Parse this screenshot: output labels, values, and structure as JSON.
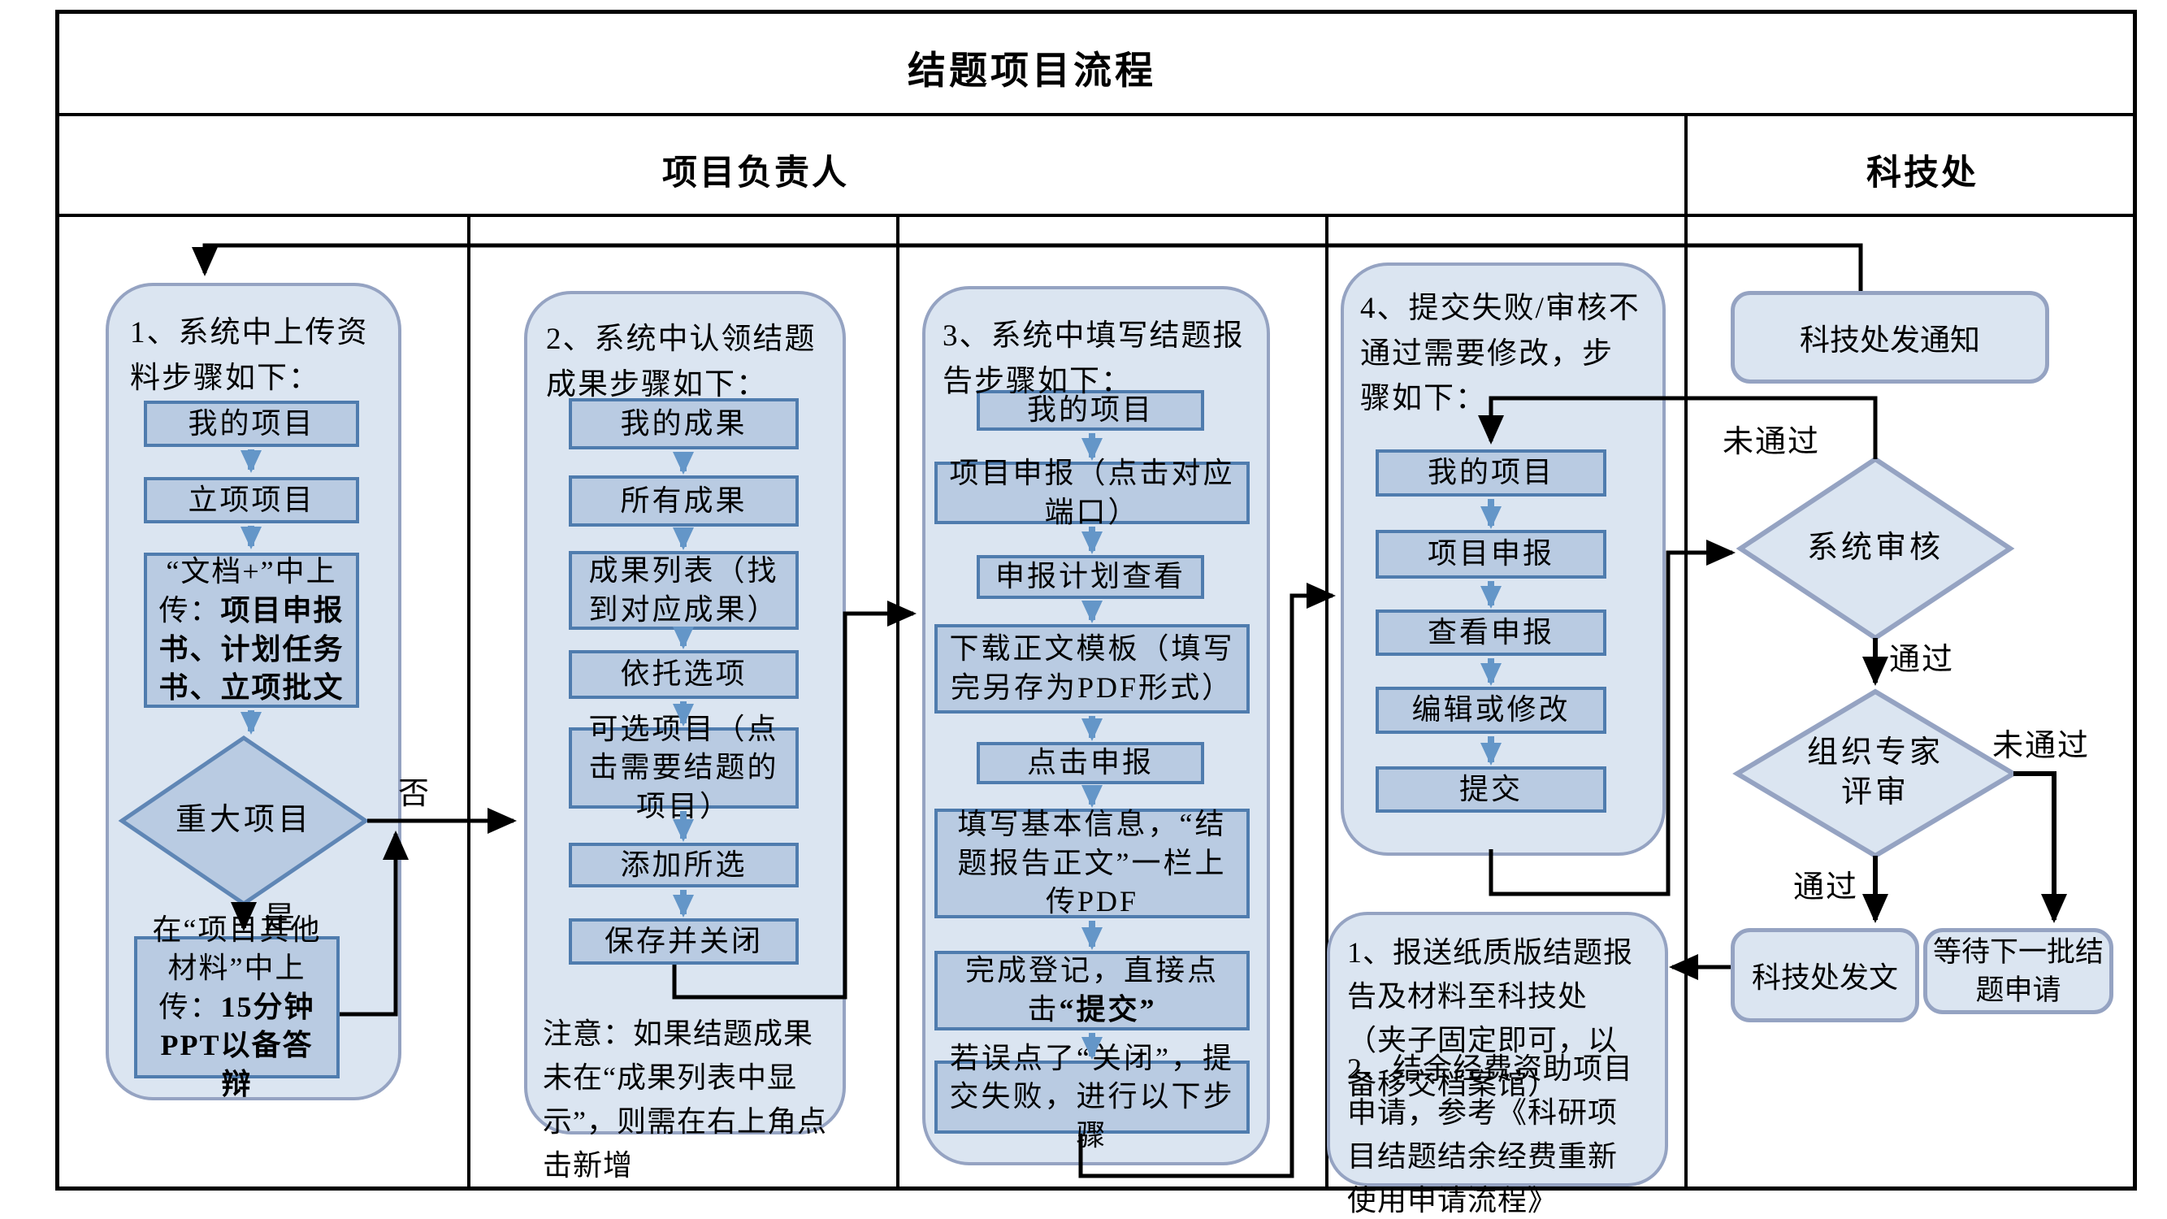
{
  "title": "结题项目流程",
  "lanes": {
    "left": "项目负责人",
    "right": "科技处"
  },
  "labels": {
    "no": "否",
    "yes": "是",
    "pass1": "通过",
    "fail1": "未通过",
    "pass2": "通过",
    "fail2": "未通过"
  },
  "g1": {
    "header": "1、系统中上传资料步骤如下：",
    "steps": [
      "我的项目",
      "立项项目"
    ],
    "upload_pre": "“文档+”中上传：",
    "upload_bold": "项目申报书、计划任务书、立项批文",
    "decision": "重大项目",
    "other_pre": "在“项目其他材料”中上传：",
    "other_bold": "15分钟PPT以备答辩"
  },
  "g2": {
    "header": "2、系统中认领结题成果步骤如下：",
    "steps": [
      "我的成果",
      "所有成果",
      "成果列表（找到对应成果）",
      "依托选项",
      "可选项目（点击需要结题的项目）",
      "添加所选",
      "保存并关闭"
    ],
    "note": "注意：如果结题成果未在“成果列表中显示”，则需在右上角点击新增"
  },
  "g3": {
    "header": "3、系统中填写结题报告步骤如下：",
    "steps": [
      "我的项目",
      "项目申报（点击对应端口）",
      "申报计划查看",
      "下载正文模板（填写完另存为PDF形式）",
      "点击申报",
      "填写基本信息，“结题报告正文”一栏上传PDF"
    ],
    "submit_pre": "完成登记，直接点击",
    "submit_bold": "“提交”",
    "fail_box": "若误点了“关闭”，提交失败，进行以下步骤"
  },
  "g4": {
    "header": "4、提交失败/审核不通过需要修改，步骤如下：",
    "steps": [
      "我的项目",
      "项目申报",
      "查看申报",
      "编辑或修改",
      "提交"
    ]
  },
  "notes": {
    "item1": "1、报送纸质版结题报告及材料至科技处（夹子固定即可，以备移交档案馆）",
    "item2": "2、结余经费资助项目申请，参考《科研项目结题结余经费重新使用申请流程》"
  },
  "office": {
    "notice": "科技处发通知",
    "system_review": "系统审核",
    "expert_review": "组织专家评审",
    "dispatch": "科技处发文",
    "wait_next": "等待下一批结题申请"
  },
  "colors": {
    "container_fill": "#dbe5f1",
    "container_border": "#95a3c2",
    "step_fill": "#b9cbe2",
    "step_border": "#4f7cae",
    "arrow_blue": "#6496c8",
    "connector_black": "#000000"
  }
}
